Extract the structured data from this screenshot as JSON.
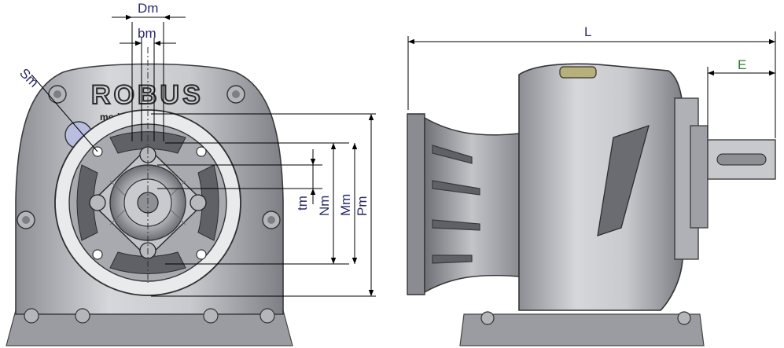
{
  "brand": {
    "logo_text": "ROBUS",
    "plate_text": "mod.  dat.  / regd"
  },
  "labels": {
    "front": {
      "Dm": "Dm",
      "bm": "bm",
      "Sm": "Sm",
      "tm": "tm",
      "Nm": "Nm",
      "Mm": "Mm",
      "Pm": "Pm"
    },
    "side": {
      "L": "L",
      "E": "E"
    }
  },
  "colors": {
    "dimension_line": "#000000",
    "dimension_text": "#2a2a6a",
    "E_text": "#2e7d32",
    "body_light": "#d3d4d8",
    "body_dark": "#7f8187"
  }
}
